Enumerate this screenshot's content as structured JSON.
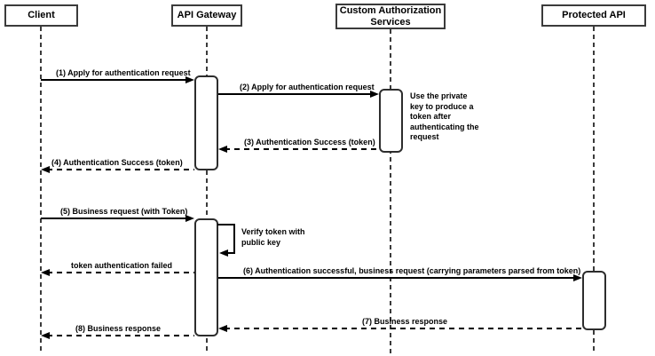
{
  "diagram": {
    "type": "sequence",
    "participants": [
      {
        "id": "client",
        "label": "Client"
      },
      {
        "id": "api-gateway",
        "label": "API Gateway"
      },
      {
        "id": "custom-authorization-services",
        "label": "Custom Authorization Services"
      },
      {
        "id": "protected-api",
        "label": "Protected API"
      }
    ],
    "messages": [
      {
        "seq": "1",
        "label": "(1) Apply for authentication request",
        "from": "Client",
        "to": "API Gateway",
        "style": "solid"
      },
      {
        "seq": "2",
        "label": "(2) Apply for authentication request",
        "from": "API Gateway",
        "to": "Custom Authorization Services",
        "style": "solid"
      },
      {
        "seq": "3",
        "label": "(3) Authentication Success (token)",
        "from": "Custom Authorization Services",
        "to": "API Gateway",
        "style": "dashed"
      },
      {
        "seq": "4",
        "label": "(4) Authentication Success (token)",
        "from": "API Gateway",
        "to": "Client",
        "style": "dashed"
      },
      {
        "seq": "5",
        "label": "(5) Business request (with Token)",
        "from": "Client",
        "to": "API Gateway",
        "style": "solid"
      },
      {
        "seq": "",
        "label": "token authentication failed",
        "from": "API Gateway",
        "to": "Client",
        "style": "dashed"
      },
      {
        "seq": "6",
        "label": "(6) Authentication successful, business request (carrying parameters parsed from token)",
        "from": "API Gateway",
        "to": "Protected API",
        "style": "solid"
      },
      {
        "seq": "7",
        "label": "(7) Business response",
        "from": "Protected API",
        "to": "API Gateway",
        "style": "dashed"
      },
      {
        "seq": "8",
        "label": "(8) Business response",
        "from": "API Gateway",
        "to": "Client",
        "style": "dashed"
      }
    ],
    "self_message": {
      "label": "Verify token with public key",
      "on": "API Gateway"
    },
    "note": {
      "text": "Use the private key to produce a token after authenticating the request",
      "attached_to": "Custom Authorization Services"
    },
    "colors": {
      "line": "#000000",
      "box_border": "#3b3b3b",
      "background": "#ffffff",
      "text": "#000000"
    }
  }
}
